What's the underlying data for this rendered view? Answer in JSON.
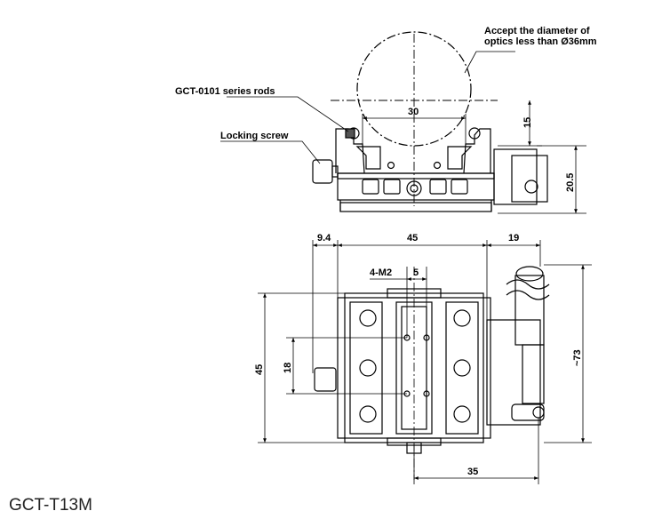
{
  "callouts": {
    "optics_line1": "Accept the diameter of",
    "optics_line2": "optics less than Ø36mm",
    "rods": "GCT-0101 series rods",
    "screw": "Locking screw"
  },
  "dimensions": {
    "d30": "30",
    "d15": "15",
    "d20_5": "20.5",
    "d9_4": "9.4",
    "d45_top": "45",
    "d19": "19",
    "d4m2": "4-M2",
    "d5": "5",
    "d45_side": "45",
    "d18": "18",
    "d73": "~73",
    "d35": "35"
  },
  "model": "GCT-T13M"
}
